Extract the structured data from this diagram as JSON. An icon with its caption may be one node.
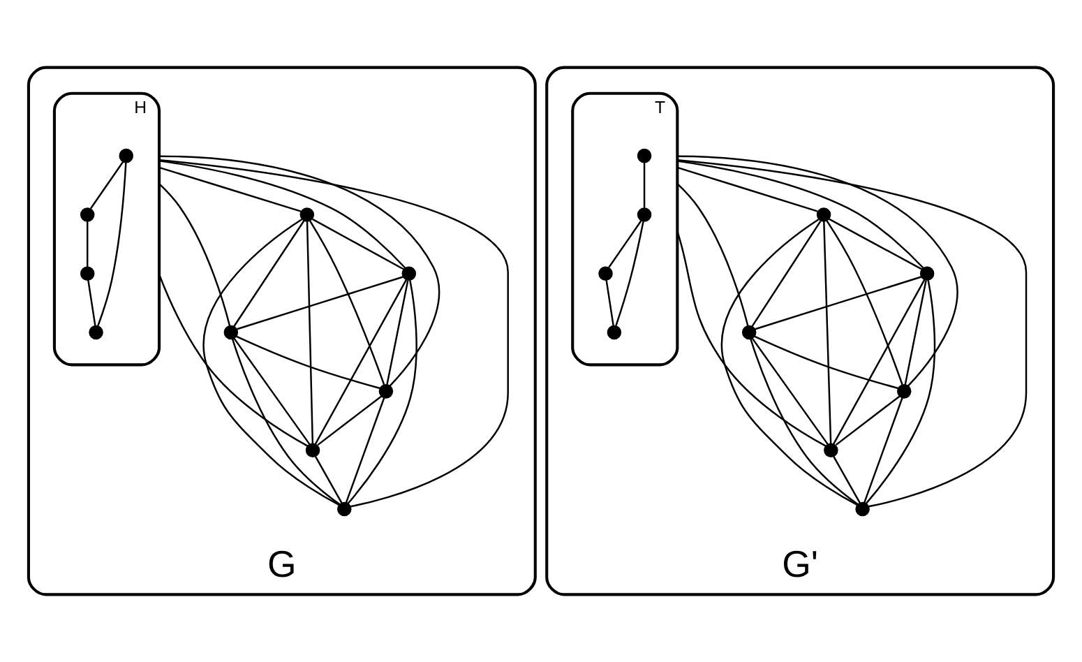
{
  "diagram": {
    "nodes": [
      {
        "text": [
          "G"
        ]
      },
      {
        "text": [
          "H"
        ],
        "in": 0
      },
      {
        "text": [],
        "shape": "circle",
        "in": 1
      },
      {
        "text": [],
        "shape": "circle",
        "in": 1
      },
      {
        "text": [],
        "shape": "circle",
        "in": 1
      },
      {
        "text": [],
        "shape": "circle",
        "in": 1
      },
      {
        "text": [],
        "shape": "circle",
        "in": 0
      },
      {
        "text": [],
        "shape": "circle",
        "in": 0
      },
      {
        "text": [],
        "shape": "circle",
        "in": 0
      },
      {
        "text": [],
        "shape": "circle",
        "in": 0
      },
      {
        "text": [],
        "shape": "circle",
        "in": 0
      },
      {
        "text": [],
        "shape": "circle",
        "in": 0
      },
      {
        "text": [
          "G'"
        ]
      },
      {
        "text": [
          "T"
        ],
        "in": 12
      },
      {
        "text": [],
        "shape": "circle",
        "in": 13
      },
      {
        "text": [],
        "shape": "circle",
        "in": 13
      },
      {
        "text": [],
        "shape": "circle",
        "in": 13
      },
      {
        "text": [],
        "shape": "circle",
        "in": 13
      },
      {
        "text": [],
        "shape": "circle",
        "in": 12
      },
      {
        "text": [],
        "shape": "circle",
        "in": 12
      },
      {
        "text": [],
        "shape": "circle",
        "in": 12
      },
      {
        "text": [],
        "shape": "circle",
        "in": 12
      },
      {
        "text": [],
        "shape": "circle",
        "in": 12
      },
      {
        "text": [],
        "shape": "circle",
        "in": 12
      }
    ],
    "edges": [
      {
        "from": 2,
        "to": 3,
        "arrow": "none"
      },
      {
        "from": 4,
        "to": 5,
        "arrow": "none"
      },
      {
        "from": 2,
        "to": 5,
        "arrow": "none"
      },
      {
        "from": 3,
        "to": 4,
        "arrow": "none"
      },
      {
        "from": 1,
        "to": 8,
        "arrow": "none"
      },
      {
        "from": 1,
        "to": 11,
        "arrow": "none"
      },
      {
        "from": 1,
        "to": 6,
        "arrow": "none"
      },
      {
        "from": 1,
        "to": 9,
        "arrow": "none"
      },
      {
        "from": 1,
        "to": 10,
        "arrow": "none"
      },
      {
        "from": 1,
        "to": 7,
        "arrow": "none"
      },
      {
        "from": 6,
        "to": 7,
        "arrow": "none"
      },
      {
        "from": 6,
        "to": 8,
        "arrow": "none"
      },
      {
        "from": 6,
        "to": 9,
        "arrow": "none"
      },
      {
        "from": 6,
        "to": 10,
        "arrow": "none"
      },
      {
        "from": 6,
        "to": 11,
        "arrow": "none"
      },
      {
        "from": 7,
        "to": 8,
        "arrow": "none"
      },
      {
        "from": 7,
        "to": 9,
        "arrow": "none"
      },
      {
        "from": 7,
        "to": 10,
        "arrow": "none"
      },
      {
        "from": 7,
        "to": 11,
        "arrow": "none"
      },
      {
        "from": 8,
        "to": 9,
        "arrow": "none"
      },
      {
        "from": 8,
        "to": 10,
        "arrow": "none"
      },
      {
        "from": 8,
        "to": 11,
        "arrow": "none"
      },
      {
        "from": 9,
        "to": 10,
        "arrow": "none"
      },
      {
        "from": 9,
        "to": 11,
        "arrow": "none"
      },
      {
        "from": 10,
        "to": 11,
        "arrow": "none"
      },
      {
        "from": 14,
        "to": 15,
        "arrow": "none"
      },
      {
        "from": 16,
        "to": 17,
        "arrow": "none"
      },
      {
        "from": 15,
        "to": 16,
        "arrow": "none"
      },
      {
        "from": 15,
        "to": 17,
        "arrow": "none"
      },
      {
        "from": 13,
        "to": 20,
        "arrow": "none"
      },
      {
        "from": 13,
        "to": 23,
        "arrow": "none"
      },
      {
        "from": 13,
        "to": 18,
        "arrow": "none"
      },
      {
        "from": 13,
        "to": 21,
        "arrow": "none"
      },
      {
        "from": 13,
        "to": 22,
        "arrow": "none"
      },
      {
        "from": 13,
        "to": 19,
        "arrow": "none"
      },
      {
        "from": 18,
        "to": 19,
        "arrow": "none"
      },
      {
        "from": 18,
        "to": 20,
        "arrow": "none"
      },
      {
        "from": 18,
        "to": 21,
        "arrow": "none"
      },
      {
        "from": 18,
        "to": 22,
        "arrow": "none"
      },
      {
        "from": 18,
        "to": 23,
        "arrow": "none"
      },
      {
        "from": 19,
        "to": 20,
        "arrow": "none"
      },
      {
        "from": 19,
        "to": 21,
        "arrow": "none"
      },
      {
        "from": 19,
        "to": 22,
        "arrow": "none"
      },
      {
        "from": 19,
        "to": 23,
        "arrow": "none"
      },
      {
        "from": 20,
        "to": 21,
        "arrow": "none"
      },
      {
        "from": 20,
        "to": 22,
        "arrow": "none"
      },
      {
        "from": 20,
        "to": 23,
        "arrow": "none"
      },
      {
        "from": 21,
        "to": 22,
        "arrow": "none"
      },
      {
        "from": 21,
        "to": 23,
        "arrow": "none"
      },
      {
        "from": 22,
        "to": 23,
        "arrow": "none"
      }
    ]
  }
}
